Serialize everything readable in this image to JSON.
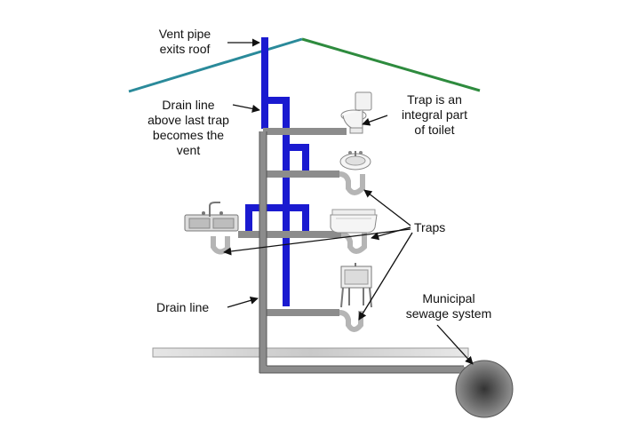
{
  "labels": {
    "vent_pipe": [
      "Vent pipe",
      "exits roof"
    ],
    "drain_above": [
      "Drain line",
      "above last trap",
      "becomes the",
      "vent"
    ],
    "trap_toilet": [
      "Trap is an",
      "integral part",
      "of toilet"
    ],
    "traps": "Traps",
    "drain_line": "Drain line",
    "municipal": [
      "Municipal",
      "sewage system"
    ]
  },
  "colors": {
    "roof_left": "#2a8a9a",
    "roof_right": "#2e8b3e",
    "vent": "#1a1ad0",
    "drain": "#8c8c8c",
    "sewer": "#555555",
    "ground": "#cfcfcf"
  },
  "icons": {
    "toilet": "toilet-icon",
    "sink": "bathroom-sink-icon",
    "kitchen_sink": "kitchen-sink-icon",
    "bathtub": "bathtub-icon",
    "laundry_tub": "laundry-tub-icon"
  }
}
